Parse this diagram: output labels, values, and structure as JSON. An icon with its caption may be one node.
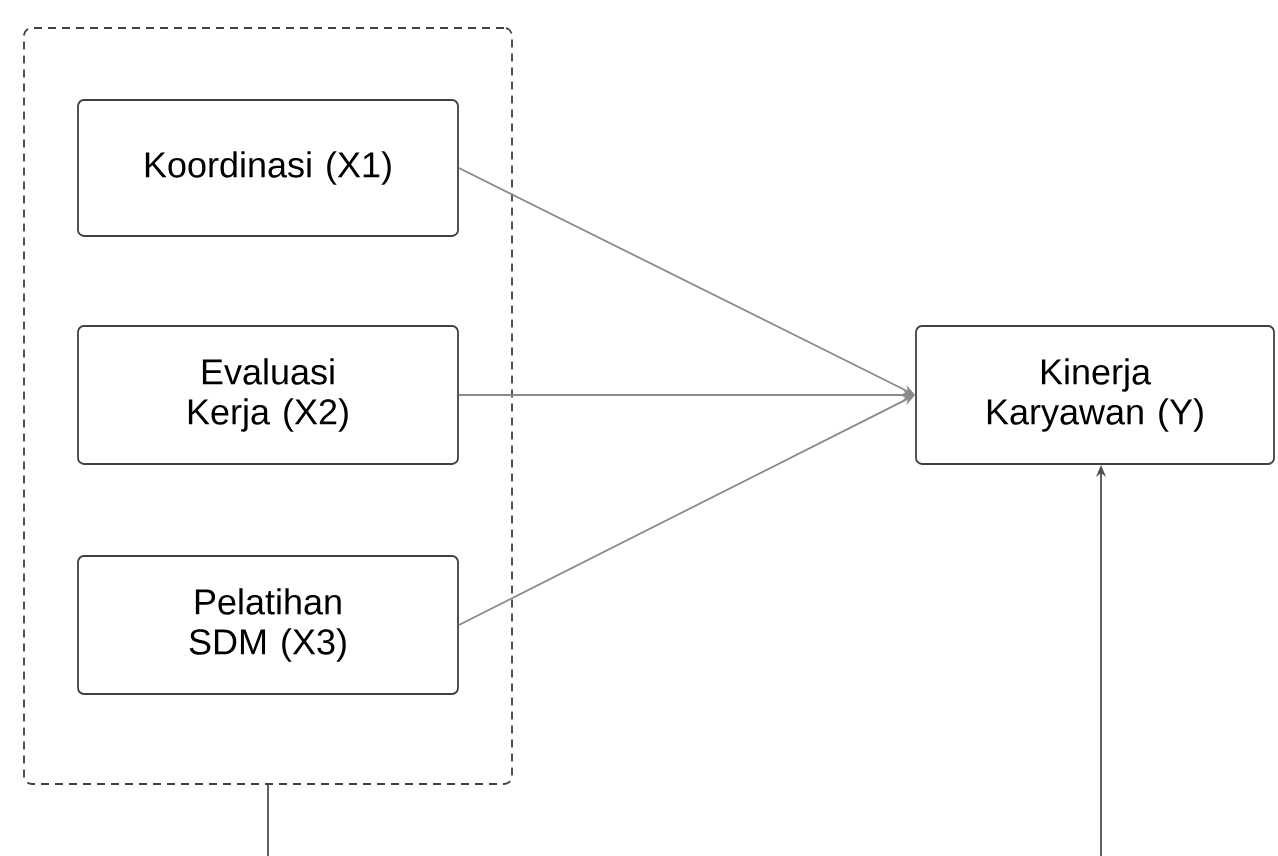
{
  "diagram": {
    "nodes": [
      {
        "text": [],
        "shape": "box"
      },
      {
        "text": [
          "Koordinasi (X1)"
        ],
        "in": 0
      },
      {
        "text": [
          "Evaluasi Kerja (X2)"
        ],
        "in": 0
      },
      {
        "text": [
          "Pelatihan SDM (X3)"
        ],
        "in": 0
      },
      {
        "text": [
          "Kinerja Karyawan (Y)"
        ]
      }
    ],
    "edges": [
      {
        "from": 1,
        "to": 4,
        "arrow": "to"
      },
      {
        "from": 2,
        "to": 4,
        "arrow": "to"
      },
      {
        "from": 3,
        "to": 4,
        "arrow": "to"
      },
      {
        "from": 0,
        "to": 4,
        "arrow": "to",
        "color": "#4a5058"
      }
    ]
  }
}
